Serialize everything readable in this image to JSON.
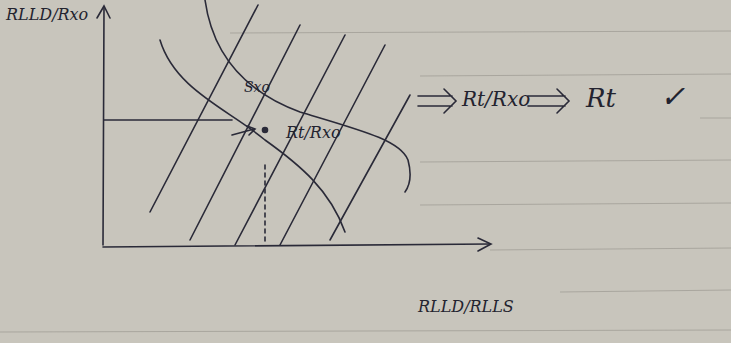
{
  "diagram": {
    "labels": [
      "RLLD/Rxo",
      "RLLD/RLLS",
      "Sxo",
      "Rt/Rxo",
      "Rt/Rxo",
      "Rt",
      "✓"
    ]
  }
}
